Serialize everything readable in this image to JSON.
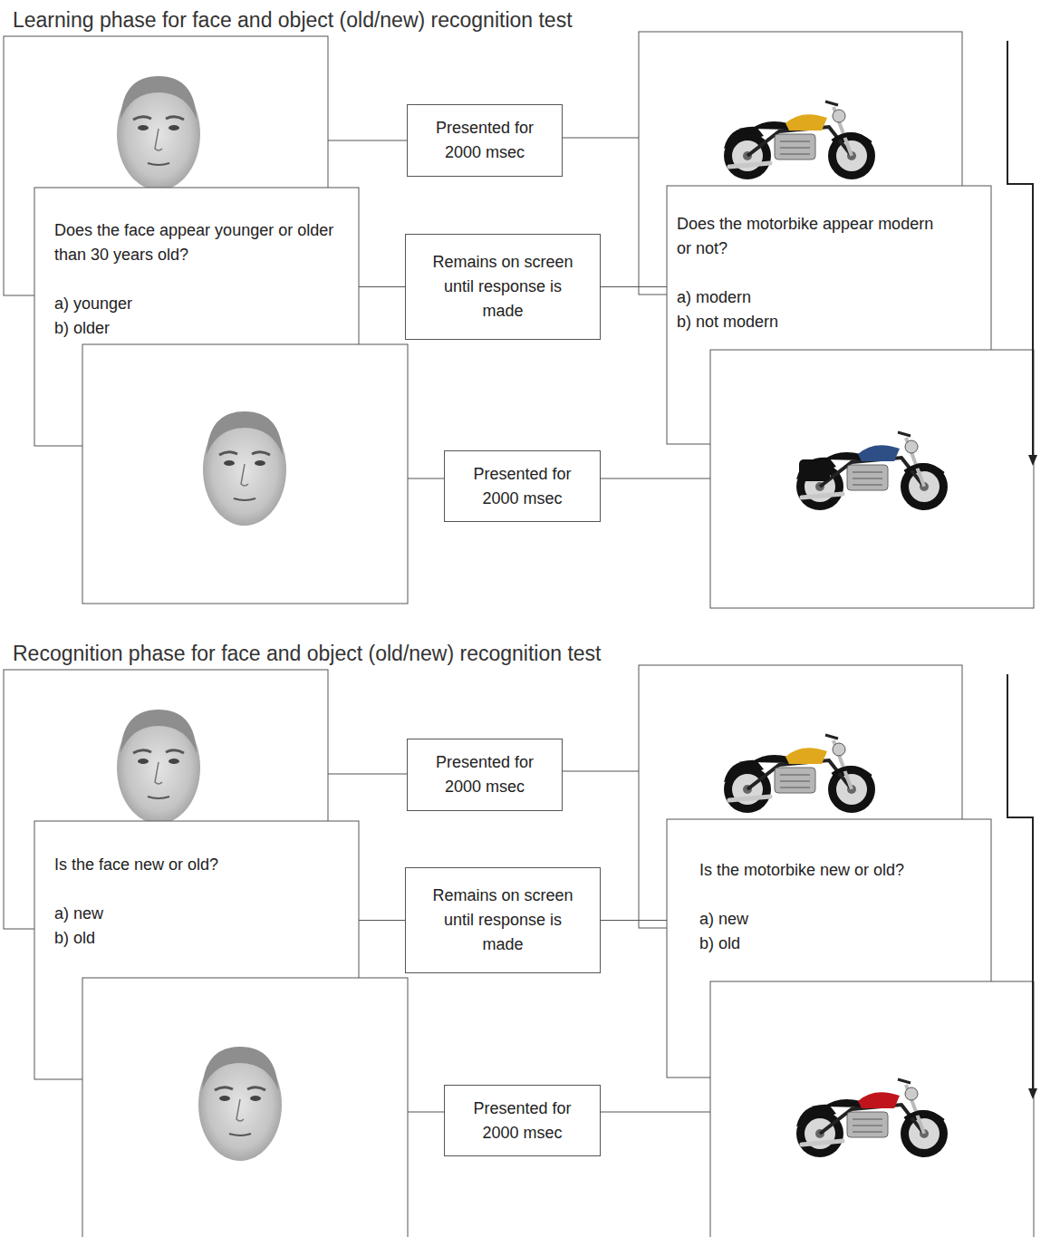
{
  "diagram": {
    "nodes": [
      {
        "text": [
          "Presented for 2000 msec"
        ]
      },
      {
        "text": [
          "Does the face appear younger or older than 30 years old?",
          "a) younger",
          "b) older"
        ]
      },
      {
        "text": [
          "Remains on screen until response is made"
        ]
      },
      {
        "text": [
          "Does the motorbike appear modern or not?",
          "a) modern",
          "b) not modern"
        ]
      },
      {
        "text": [
          "Presented for 2000 msec"
        ]
      },
      {
        "text": [
          "Presented for 2000 msec"
        ]
      },
      {
        "text": [
          "Is the face new or old?",
          "a) new",
          "b) old"
        ]
      },
      {
        "text": [
          "Remains on screen until response is made"
        ]
      },
      {
        "text": [
          "Is the motorbike new or old?",
          "a) new",
          "b) old"
        ]
      },
      {
        "text": [
          "Presented for 2000 msec"
        ]
      }
    ],
    "edges": [
      {
        "from": 1,
        "to": 2,
        "arrow": "none"
      },
      {
        "from": 2,
        "to": 3,
        "arrow": "none"
      },
      {
        "from": 6,
        "to": 7,
        "arrow": "none"
      },
      {
        "from": 7,
        "to": 8,
        "arrow": "none"
      }
    ],
    "labels": [
      "Learning phase for face and object (old/new) recognition test",
      "Recognition phase for face and object (old/new) recognition test"
    ]
  }
}
